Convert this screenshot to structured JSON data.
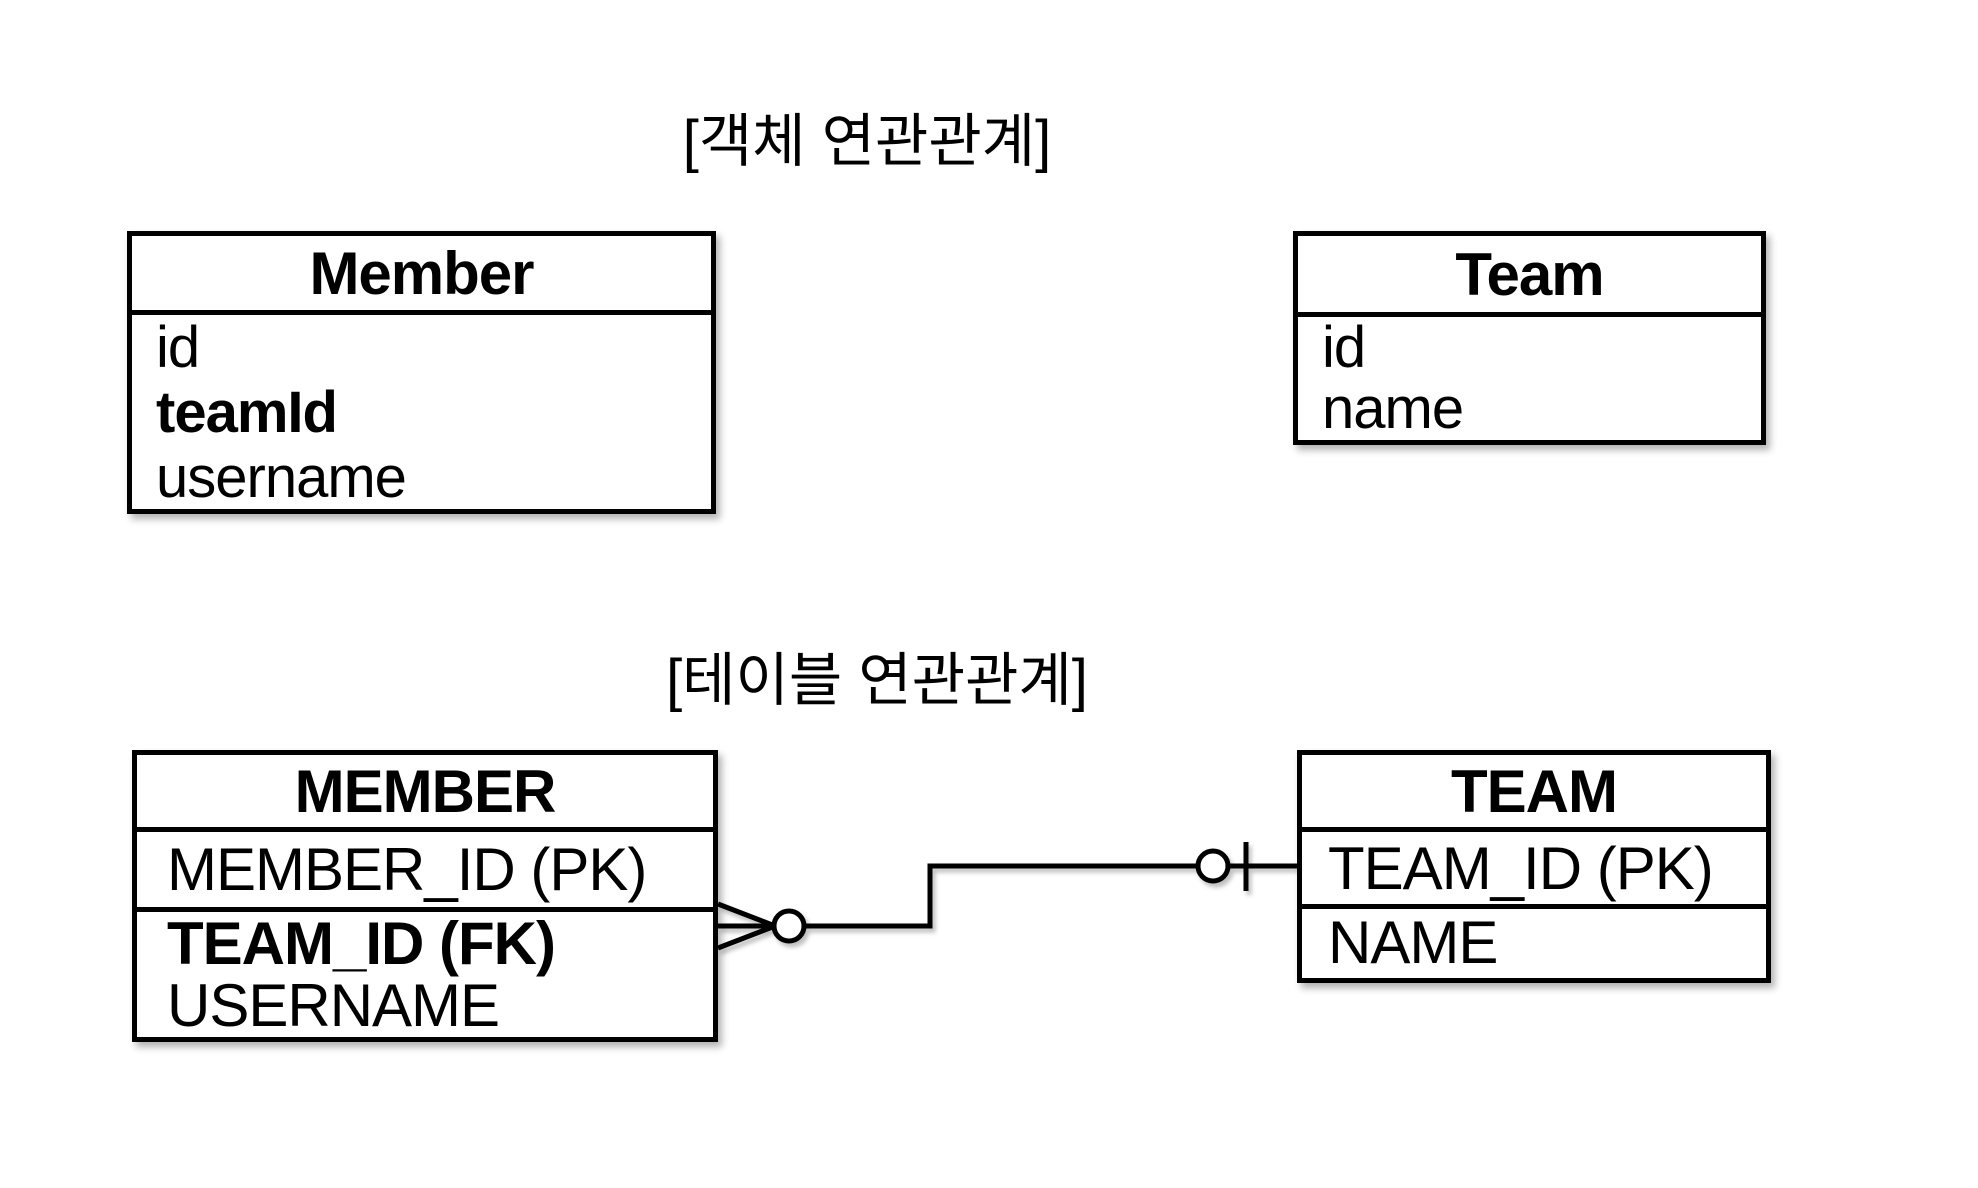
{
  "object_section": {
    "title": "[객체 연관관계]",
    "member": {
      "title": "Member",
      "fields": [
        {
          "label": "id"
        },
        {
          "label": "teamId"
        },
        {
          "label": "username"
        }
      ]
    },
    "team": {
      "title": "Team",
      "fields": [
        {
          "label": "id"
        },
        {
          "label": "name"
        }
      ]
    }
  },
  "table_section": {
    "title": "[테이블 연관관계]",
    "member": {
      "title": "MEMBER",
      "pk": "MEMBER_ID (PK)",
      "columns": [
        {
          "label": "TEAM_ID (FK)"
        },
        {
          "label": "USERNAME"
        }
      ]
    },
    "team": {
      "title": "TEAM",
      "pk": "TEAM_ID (PK)",
      "columns": [
        {
          "label": "NAME"
        }
      ]
    },
    "relationship": {
      "from_table": "MEMBER",
      "to_table": "TEAM",
      "from_marker": "zero-or-many (crow's foot with circle)",
      "to_marker": "zero-or-one (circle with bar)"
    }
  },
  "colors": {
    "ink": "#000000",
    "paper": "#ffffff"
  }
}
